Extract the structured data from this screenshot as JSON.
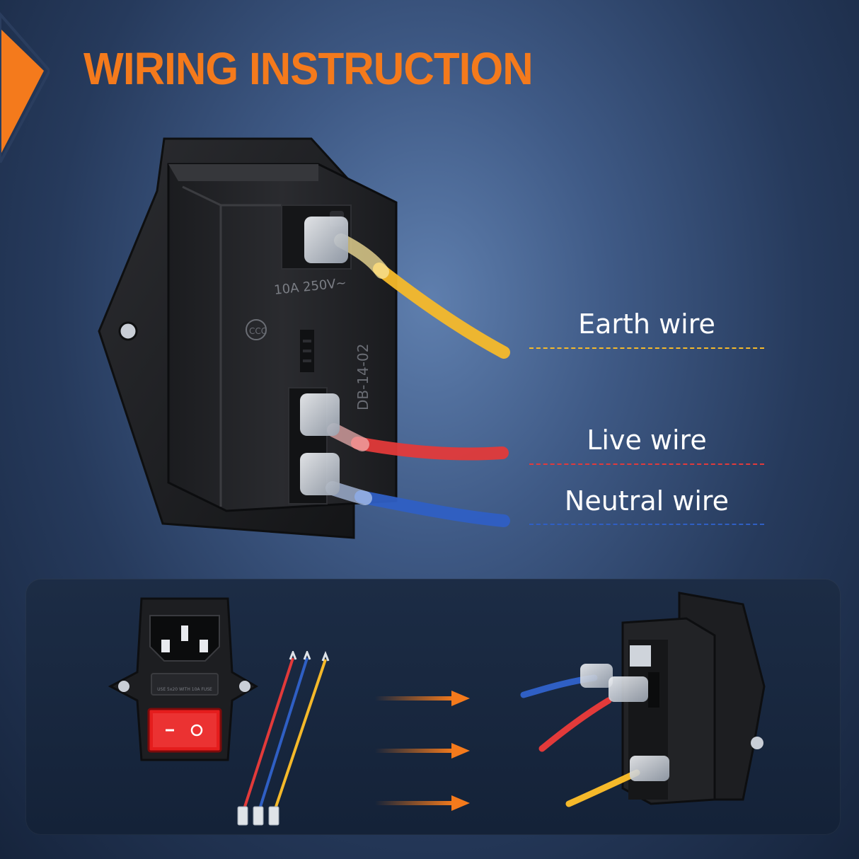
{
  "title": "WIRING INSTRUCTION",
  "colors": {
    "accent": "#f47a1c",
    "earth": "#f5b92a",
    "live": "#e23a3a",
    "neutral": "#2f5fc4"
  },
  "device": {
    "rating": "10A 250V~",
    "model": "DB-14-02",
    "fuse_text": "USE 5x20 WITH 10A FUSE"
  },
  "wires": [
    {
      "label": "Earth wire",
      "color": "#f5b92a"
    },
    {
      "label": "Live wire",
      "color": "#e23a3a"
    },
    {
      "label": "Neutral wire",
      "color": "#2f5fc4"
    }
  ]
}
